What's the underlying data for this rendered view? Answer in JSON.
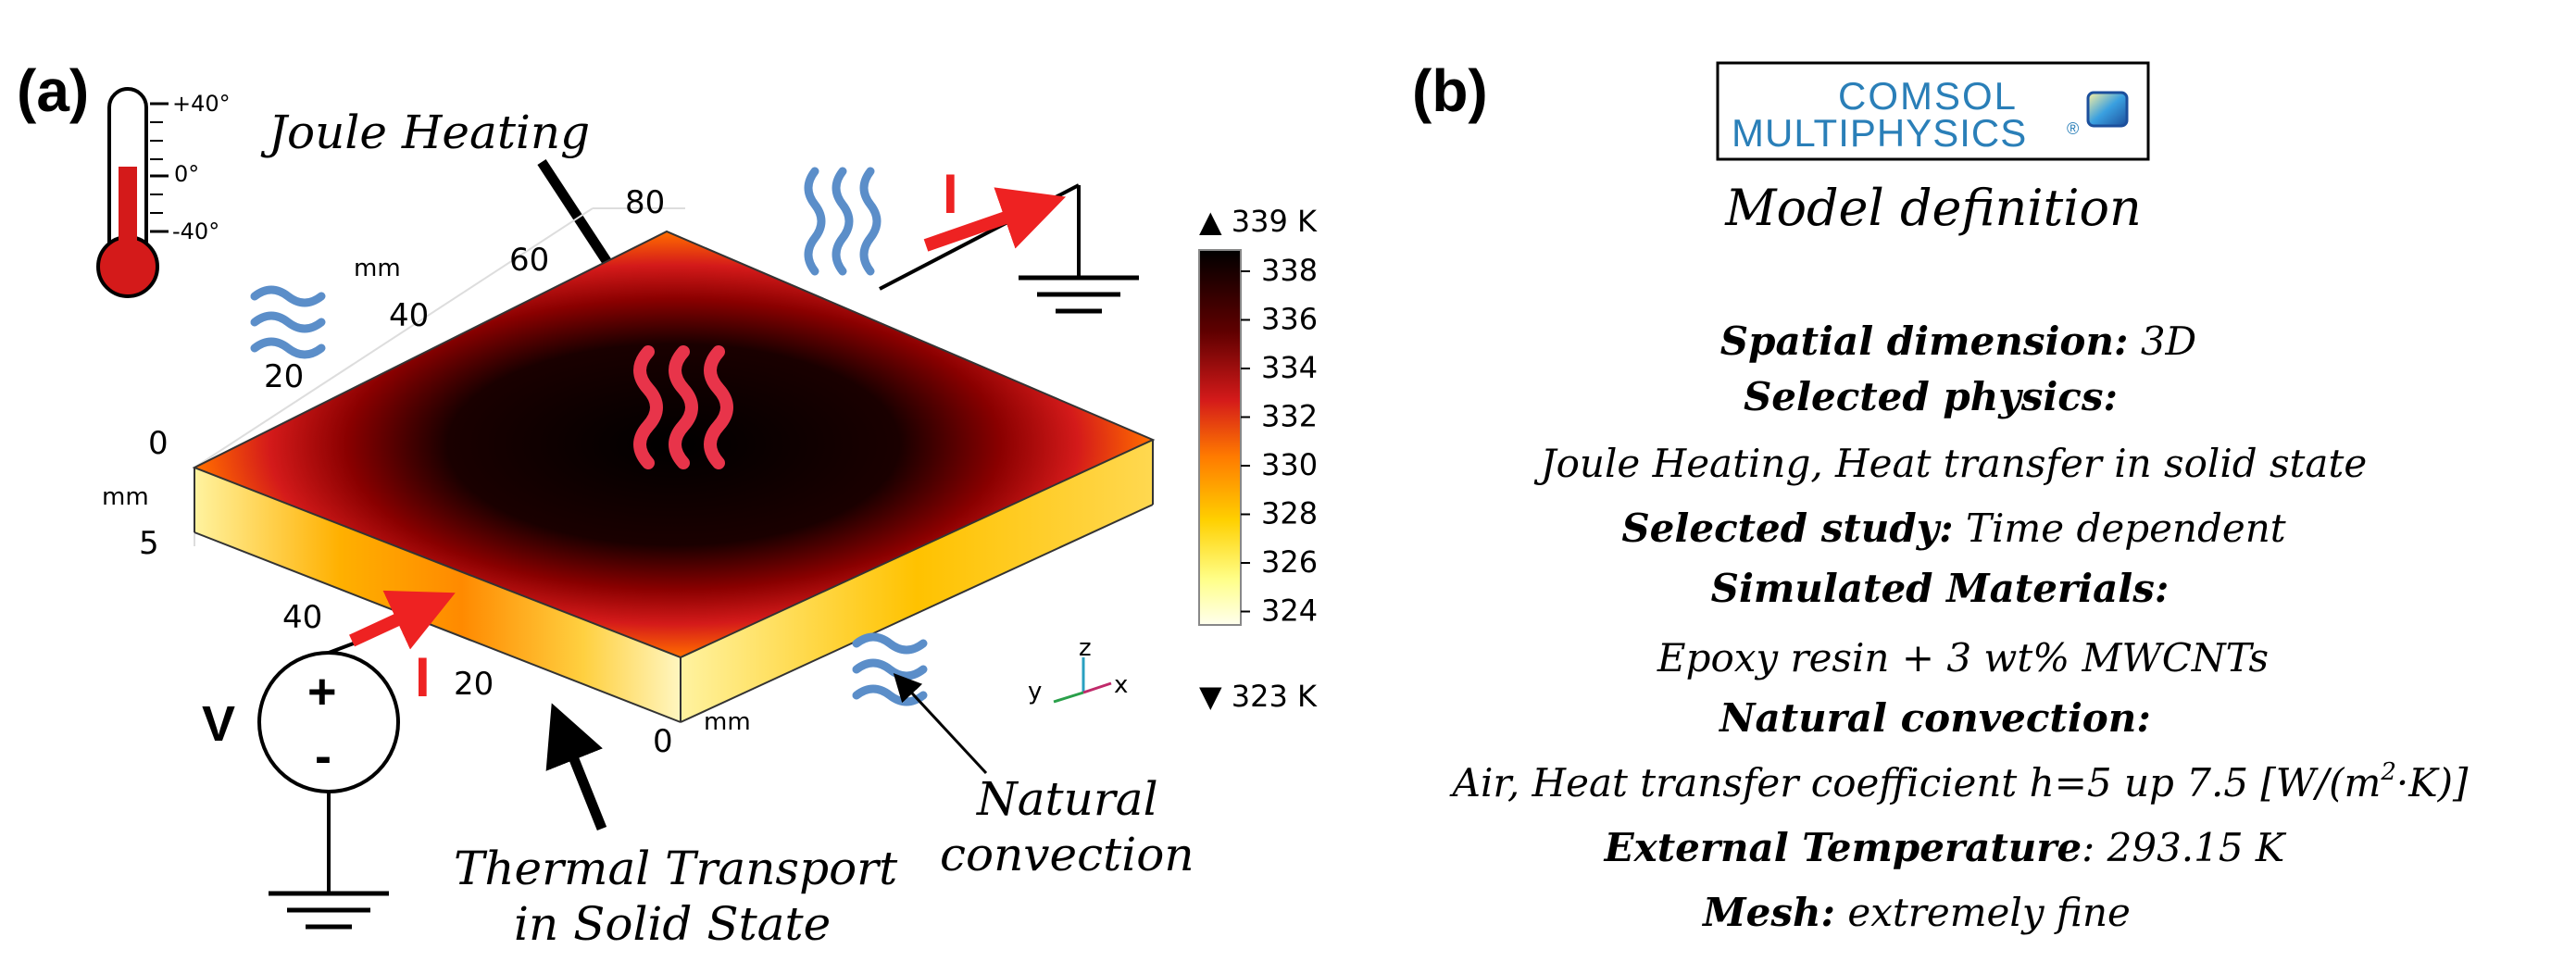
{
  "panel_a": {
    "label": "(a)",
    "thermometer": {
      "scale_top": "+40°",
      "scale_mid": "0°",
      "scale_bottom": "-40°"
    },
    "joule_heating_label": "Joule Heating",
    "thermal_transport_line1": "Thermal Transport",
    "thermal_transport_line2": "in Solid State",
    "natural_conv_line1": "Natural",
    "natural_conv_line2": "convection",
    "voltage_label": "V",
    "plus_sign": "+",
    "minus_sign": "-",
    "current_label_top": "I",
    "current_label_bottom": "I",
    "axis_y_ticks": [
      "80",
      "60",
      "40",
      "20"
    ],
    "axis_y_unit": "mm",
    "axis_z_ticks": [
      "0",
      "5"
    ],
    "axis_z_unit": "mm",
    "axis_x_ticks": [
      "40",
      "20",
      "0"
    ],
    "axis_x_unit": "mm",
    "triad": {
      "z": "z",
      "y": "y",
      "x": "x"
    },
    "colorbar": {
      "max_label": "▲ 339 K",
      "min_label": "▼ 323 K",
      "ticks": [
        "338",
        "336",
        "334",
        "332",
        "330",
        "328",
        "326",
        "324"
      ]
    }
  },
  "panel_b": {
    "label": "(b)",
    "logo_line1": "COMSOL",
    "logo_line2": "MULTIPHYSICS",
    "logo_reg": "®",
    "title": "Model definition",
    "spatial_key": "Spatial dimension:",
    "spatial_val": " 3D",
    "physics_key": "Selected physics:",
    "physics_val": "Joule Heating, Heat transfer in solid state",
    "study_key": "Selected study:",
    "study_val": " Time dependent",
    "materials_key": "Simulated Materials:",
    "materials_val": "Epoxy resin + 3 wt% MWCNTs",
    "convection_key": "Natural convection:",
    "convection_val_a": "Air, Heat transfer coefficient h=5 up 7.5 [W/(m",
    "convection_sup": "2",
    "convection_val_b": "·K)]",
    "ext_temp_key": "External Temperature",
    "ext_temp_val": ": 293.15 K",
    "mesh_key": "Mesh:",
    "mesh_val": " extremely fine"
  },
  "colors": {
    "hot": "#000000",
    "mid": "#d41a1a",
    "warm": "#ff9900",
    "cool": "#ffff99",
    "coolest": "#ffffe6",
    "accent_red": "#ee2222",
    "wave_blue": "#5b8ec9",
    "logo_blue": "#2a7fb8"
  }
}
